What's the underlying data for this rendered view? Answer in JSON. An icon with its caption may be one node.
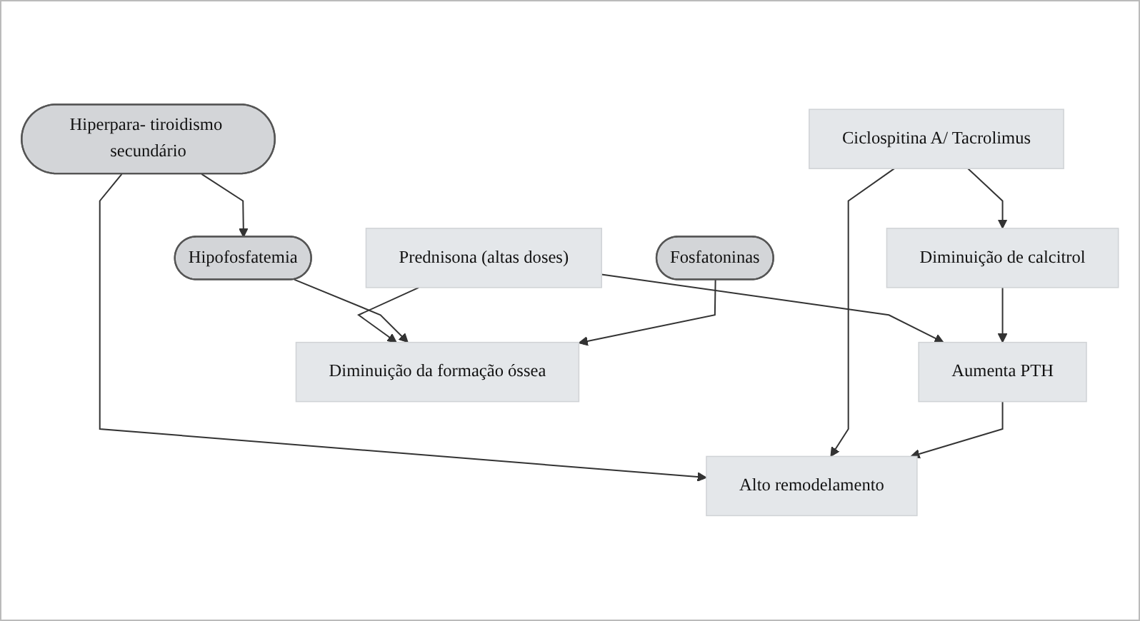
{
  "diagram": {
    "nodes": [
      {
        "text": [
          "Prednisona (altas doses)"
        ]
      },
      {
        "text": [
          "Hiperpara- tiroidismo secundário"
        ]
      },
      {
        "text": [
          "Ciclospitina A/ Tacrolimus"
        ]
      },
      {
        "text": [
          "Diminuição de calcitrol"
        ]
      },
      {
        "text": [
          "Hipofosfatemia"
        ]
      },
      {
        "text": [
          "Aumenta PTH"
        ]
      },
      {
        "text": [
          "Fosfatoninas"
        ]
      },
      {
        "text": [
          "Diminuição da formação óssea"
        ]
      },
      {
        "text": [
          "Alto remodelamento"
        ]
      }
    ],
    "edges": [
      {
        "from": 0,
        "to": 7,
        "arrow": "to"
      },
      {
        "from": 0,
        "to": 5,
        "arrow": "to"
      },
      {
        "from": 1,
        "to": 4,
        "arrow": "to"
      },
      {
        "from": 1,
        "to": 8,
        "arrow": "to"
      },
      {
        "from": 2,
        "to": 3,
        "arrow": "to"
      },
      {
        "from": 2,
        "to": 8,
        "arrow": "to"
      },
      {
        "from": 3,
        "to": 5,
        "arrow": "to"
      },
      {
        "from": 4,
        "to": 7,
        "arrow": "to"
      },
      {
        "from": 6,
        "to": 7,
        "arrow": "to"
      },
      {
        "from": 5,
        "to": 8,
        "arrow": "to"
      }
    ]
  }
}
